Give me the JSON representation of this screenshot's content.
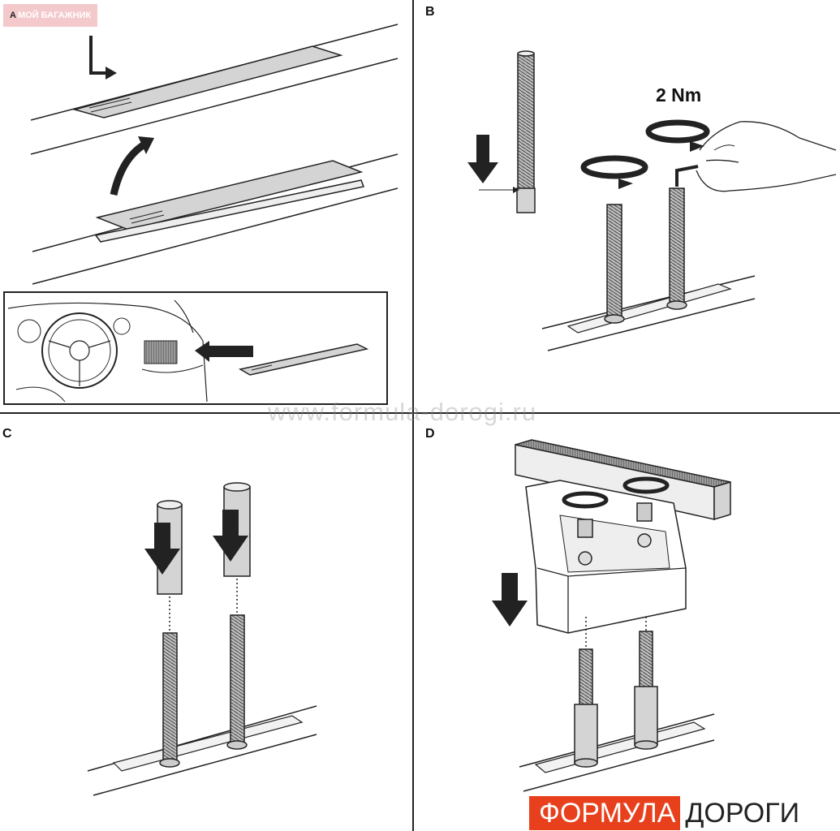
{
  "badge": {
    "label": "МОЙ БАГАЖНИК"
  },
  "panels": {
    "a": "A",
    "b": "B",
    "c": "C",
    "d": "D"
  },
  "torque_label": "2 Nm",
  "watermark": "www.formula-dorogi.ru",
  "logo": {
    "part1": "ФОРМУЛА",
    "part2": "ДОРОГИ",
    "accent": "#e8401c"
  },
  "colors": {
    "line": "#222222",
    "part_fill": "#d4d4d4",
    "page": "#ffffff"
  }
}
